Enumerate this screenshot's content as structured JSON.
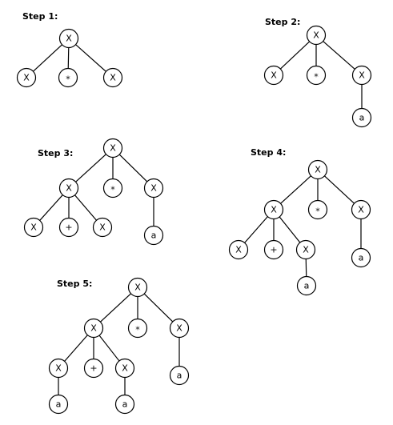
{
  "diagram": {
    "steps": [
      {
        "title": "Step 1:",
        "nodes": [
          {
            "label": "X"
          },
          {
            "label": "X"
          },
          {
            "label": "*"
          },
          {
            "label": "X"
          }
        ],
        "edges": [
          [
            0,
            1
          ],
          [
            0,
            2
          ],
          [
            0,
            3
          ]
        ]
      },
      {
        "title": "Step 2:",
        "nodes": [
          {
            "label": "X"
          },
          {
            "label": "X"
          },
          {
            "label": "*"
          },
          {
            "label": "X"
          },
          {
            "label": "a"
          }
        ],
        "edges": [
          [
            0,
            1
          ],
          [
            0,
            2
          ],
          [
            0,
            3
          ],
          [
            3,
            4
          ]
        ]
      },
      {
        "title": "Step 3:",
        "nodes": [
          {
            "label": "X"
          },
          {
            "label": "X"
          },
          {
            "label": "*"
          },
          {
            "label": "X"
          },
          {
            "label": "X"
          },
          {
            "label": "+"
          },
          {
            "label": "X"
          },
          {
            "label": "a"
          }
        ],
        "edges": [
          [
            0,
            1
          ],
          [
            0,
            2
          ],
          [
            0,
            3
          ],
          [
            1,
            4
          ],
          [
            1,
            5
          ],
          [
            1,
            6
          ],
          [
            3,
            7
          ]
        ]
      },
      {
        "title": "Step 4:",
        "nodes": [
          {
            "label": "X"
          },
          {
            "label": "X"
          },
          {
            "label": "*"
          },
          {
            "label": "X"
          },
          {
            "label": "X"
          },
          {
            "label": "+"
          },
          {
            "label": "X"
          },
          {
            "label": "a"
          },
          {
            "label": "a"
          }
        ],
        "edges": [
          [
            0,
            1
          ],
          [
            0,
            2
          ],
          [
            0,
            3
          ],
          [
            1,
            4
          ],
          [
            1,
            5
          ],
          [
            1,
            6
          ],
          [
            3,
            7
          ],
          [
            6,
            8
          ]
        ]
      },
      {
        "title": "Step 5:",
        "nodes": [
          {
            "label": "X"
          },
          {
            "label": "X"
          },
          {
            "label": "*"
          },
          {
            "label": "X"
          },
          {
            "label": "X"
          },
          {
            "label": "+"
          },
          {
            "label": "X"
          },
          {
            "label": "a"
          },
          {
            "label": "a"
          },
          {
            "label": "a"
          }
        ],
        "edges": [
          [
            0,
            1
          ],
          [
            0,
            2
          ],
          [
            0,
            3
          ],
          [
            1,
            4
          ],
          [
            1,
            5
          ],
          [
            1,
            6
          ],
          [
            3,
            7
          ],
          [
            4,
            8
          ],
          [
            6,
            9
          ]
        ]
      }
    ]
  }
}
